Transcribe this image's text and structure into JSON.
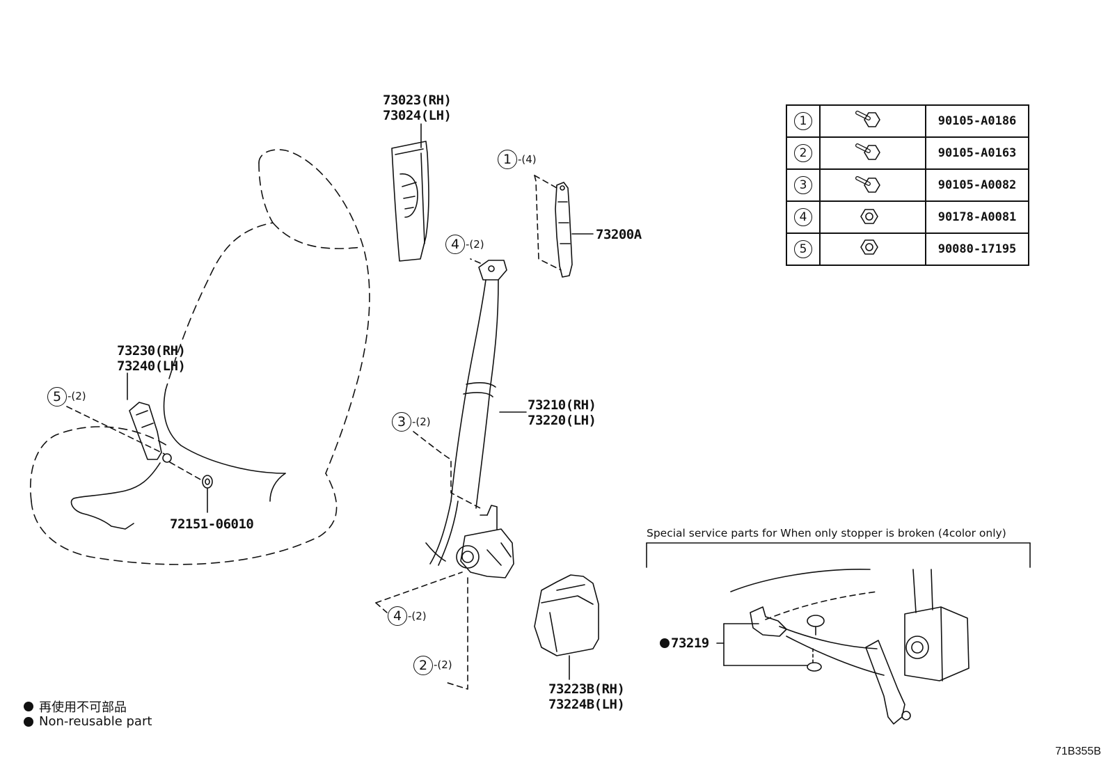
{
  "parts_table": [
    {
      "num": "1",
      "icon": "bolt-washer-icon",
      "part_no": "90105-A0186"
    },
    {
      "num": "2",
      "icon": "bolt-washer-icon",
      "part_no": "90105-A0163"
    },
    {
      "num": "3",
      "icon": "bolt-washer-icon",
      "part_no": "90105-A0082"
    },
    {
      "num": "4",
      "icon": "nut-icon",
      "part_no": "90178-A0081"
    },
    {
      "num": "5",
      "icon": "nut-icon",
      "part_no": "90080-17195"
    }
  ],
  "callouts": {
    "cover_rh": "73023(RH)",
    "cover_lh": "73024(LH)",
    "adjuster": "73200A",
    "buckle_rh": "73230(RH)",
    "buckle_lh": "73240(LH)",
    "washer": "72151-06010",
    "belt_rh": "73210(RH)",
    "belt_lh": "73220(LH)",
    "retractor_cover_rh": "73223B(RH)",
    "retractor_cover_lh": "73224B(LH)",
    "stopper": "73219"
  },
  "fasteners": {
    "f1": {
      "num": "1",
      "qty": "-(4)"
    },
    "f4_top": {
      "num": "4",
      "qty": "-(2)"
    },
    "f5": {
      "num": "5",
      "qty": "-(2)"
    },
    "f3": {
      "num": "3",
      "qty": "-(2)"
    },
    "f4_bottom": {
      "num": "4",
      "qty": "-(2)"
    },
    "f2": {
      "num": "2",
      "qty": "-(2)"
    }
  },
  "special_note": "Special service parts for When only stopper is broken (4color only)",
  "legend": {
    "line_jp": "再使用不可部品",
    "line_en": "Non-reusable part"
  },
  "figure_code": "71B355B"
}
